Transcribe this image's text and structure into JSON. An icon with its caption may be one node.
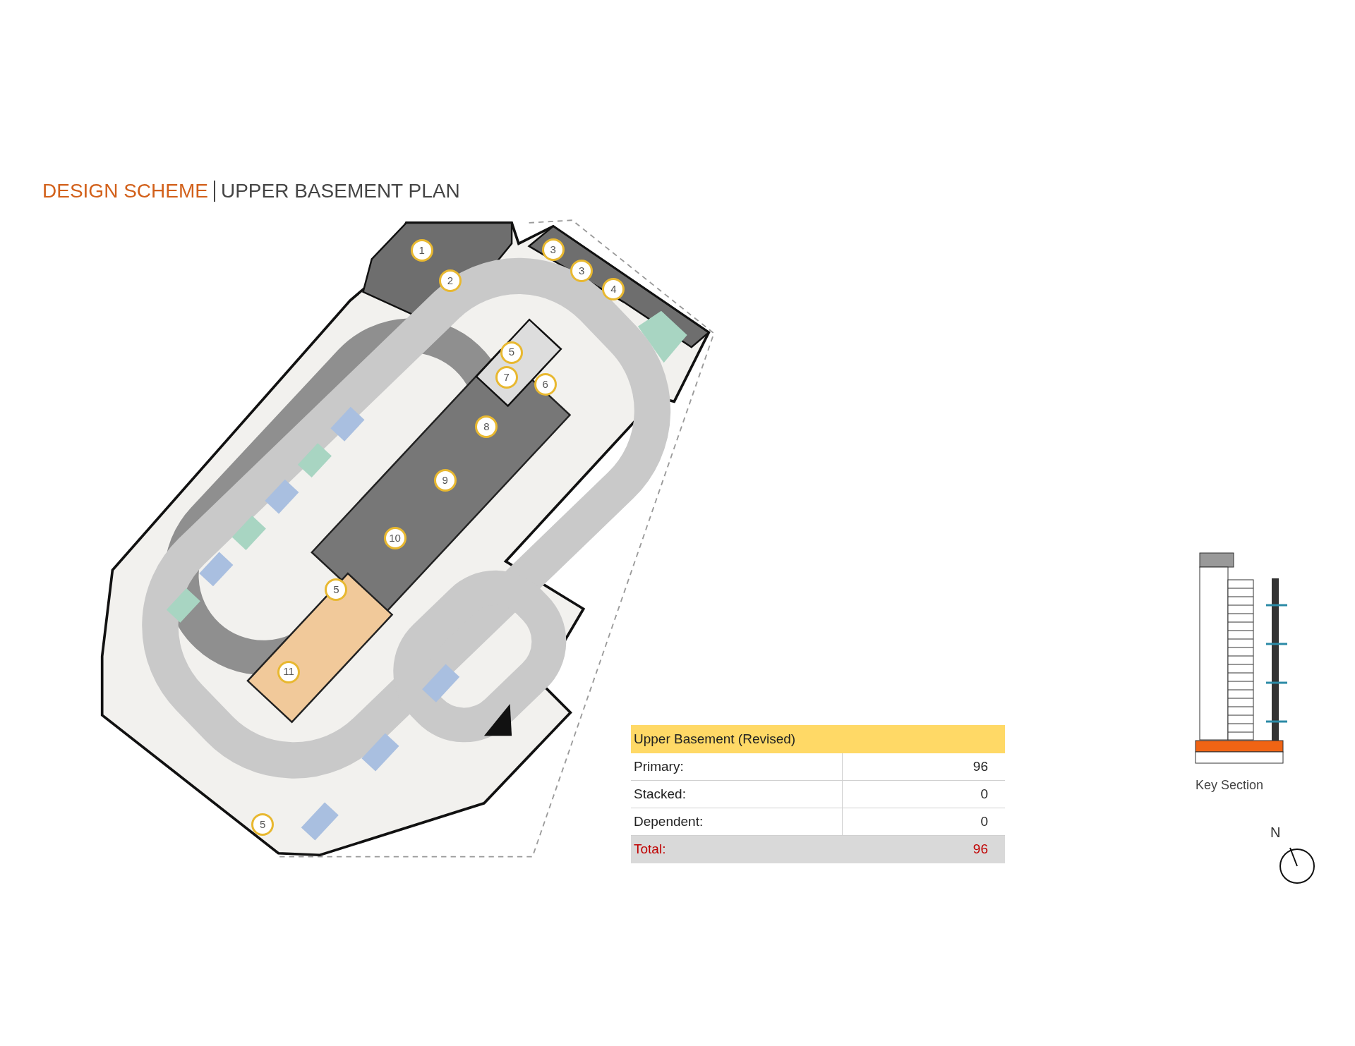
{
  "diagram": {
    "labels": [
      "DESIGN SCHEME",
      "UPPER BASEMENT PLAN",
      "1",
      "2",
      "3",
      "3",
      "4",
      "5",
      "7",
      "6",
      "8",
      "9",
      "10",
      "5",
      "11",
      "5",
      "Upper Basement (Revised)",
      "Primary:",
      "96",
      "Stacked:",
      "0",
      "Dependent:",
      "0",
      "Total:",
      "96",
      "Key Section",
      "N"
    ]
  }
}
